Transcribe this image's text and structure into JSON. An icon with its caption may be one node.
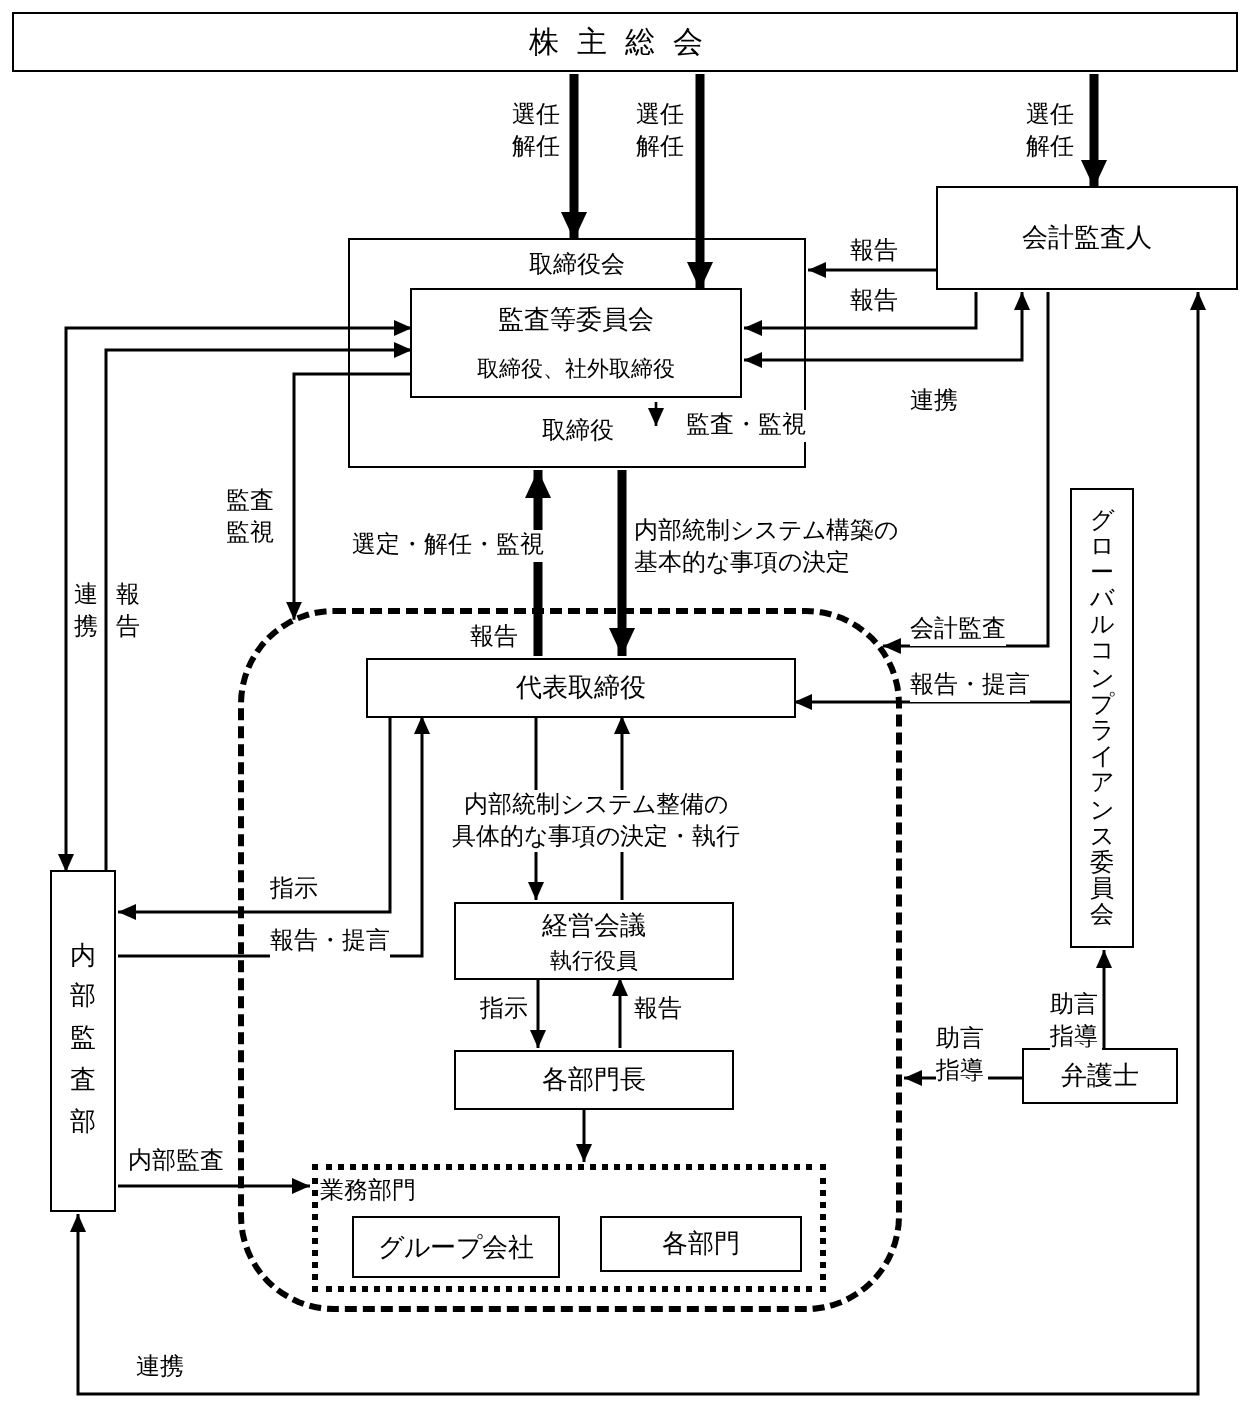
{
  "diagram": {
    "nodes": [
      {
        "text": [
          "株主総会"
        ]
      },
      {
        "text": [
          "取締役会",
          "取締役"
        ]
      },
      {
        "text": [
          "監査等委員会",
          "取締役、社外取締役"
        ],
        "in": 1
      },
      {
        "text": [
          "会計監査人"
        ]
      },
      {
        "text": [
          "グローバルコンプライアンス委員会"
        ]
      },
      {
        "text": [],
        "shape": "box"
      },
      {
        "text": [
          "代表取締役"
        ],
        "in": 5
      },
      {
        "text": [
          "経営会議",
          "執行役員"
        ],
        "in": 5
      },
      {
        "text": [
          "各部門長"
        ],
        "in": 5
      },
      {
        "text": [
          "業務部門"
        ],
        "in": 5
      },
      {
        "text": [
          "グループ会社"
        ],
        "in": 9
      },
      {
        "text": [
          "各部門"
        ],
        "in": 9
      },
      {
        "text": [
          "内部監査部"
        ]
      },
      {
        "text": [
          "弁護士"
        ]
      }
    ],
    "edges": [
      {
        "from": 0,
        "to": 1,
        "arrow": "to",
        "label": "選任解任",
        "style": "thick"
      },
      {
        "from": 0,
        "to": 2,
        "arrow": "to",
        "label": "選任解任",
        "style": "thick"
      },
      {
        "from": 0,
        "to": 3,
        "arrow": "to",
        "label": "選任解任",
        "style": "thick"
      },
      {
        "from": 3,
        "to": 1,
        "arrow": "to",
        "label": "報告"
      },
      {
        "from": 3,
        "to": 2,
        "arrow": "to",
        "label": "報告"
      },
      {
        "from": 2,
        "to": 3,
        "arrow": "both",
        "label": "連携"
      },
      {
        "from": 2,
        "to": 5,
        "arrow": "to",
        "label": "監査監視"
      },
      {
        "from": 6,
        "to": 1,
        "arrow": "to",
        "label": "報告",
        "style": "thick"
      },
      {
        "from": 1,
        "to": 6,
        "arrow": "to",
        "label": "内部統制システム構築の基本的な事項の決定",
        "style": "thick"
      },
      {
        "from": 12,
        "to": 2,
        "arrow": "both",
        "label": "連携"
      },
      {
        "from": 12,
        "to": 2,
        "arrow": "to",
        "label": "報告"
      },
      {
        "from": 6,
        "to": 12,
        "arrow": "to",
        "label": "指示"
      },
      {
        "from": 12,
        "to": 6,
        "arrow": "to",
        "label": "報告・提言"
      },
      {
        "from": 6,
        "to": 7,
        "arrow": "to",
        "label": "内部統制システム整備の具体的な事項の決定・執行"
      },
      {
        "from": 7,
        "to": 6,
        "arrow": "to"
      },
      {
        "from": 7,
        "to": 8,
        "arrow": "to",
        "label": "指示"
      },
      {
        "from": 8,
        "to": 7,
        "arrow": "to",
        "label": "報告"
      },
      {
        "from": 8,
        "to": 9,
        "arrow": "to"
      },
      {
        "from": 12,
        "to": 9,
        "arrow": "to",
        "label": "内部監査"
      },
      {
        "from": 3,
        "to": 5,
        "arrow": "to",
        "label": "会計監査"
      },
      {
        "from": 4,
        "to": 6,
        "arrow": "to",
        "label": "報告・提言"
      },
      {
        "from": 13,
        "to": 4,
        "arrow": "to",
        "label": "助言指導"
      },
      {
        "from": 13,
        "to": 5,
        "arrow": "to",
        "label": "助言指導"
      },
      {
        "from": 3,
        "to": 12,
        "arrow": "both",
        "label": "連携"
      }
    ],
    "labels": [
      "選定・解任・監視",
      "監査・監視"
    ]
  }
}
